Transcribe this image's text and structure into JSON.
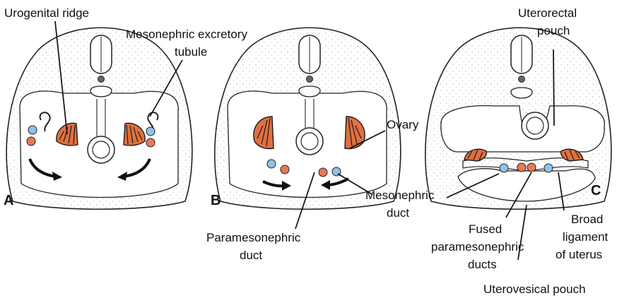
{
  "figure": {
    "panels": [
      "A",
      "B",
      "C"
    ],
    "colors": {
      "gonad": "#e0703f",
      "gonad_stripe": "#1a1a1a",
      "paramesonephric": "#e57a55",
      "mesonephric": "#8ec3e6",
      "outline": "#222222",
      "stipple": "#9a9a9a",
      "background": "#ffffff"
    },
    "labels": {
      "urogenital_ridge": "Urogenital ridge",
      "mesonephric_excretory": "Mesonephric excretory",
      "tubule": "tubule",
      "ovary": "Ovary",
      "paramesonephric_1": "Paramesonephric",
      "paramesonephric_2": "duct",
      "mesonephric_duct_1": "Mesonephric",
      "mesonephric_duct_2": "duct",
      "uterorectal_1": "Uterorectal",
      "uterorectal_2": "pouch",
      "fused_1": "Fused",
      "fused_2": "paramesonephric",
      "fused_3": "ducts",
      "broad_1": "Broad",
      "broad_2": "ligament",
      "broad_3": "of uterus",
      "uterovesical": "Uterovesical pouch"
    }
  }
}
